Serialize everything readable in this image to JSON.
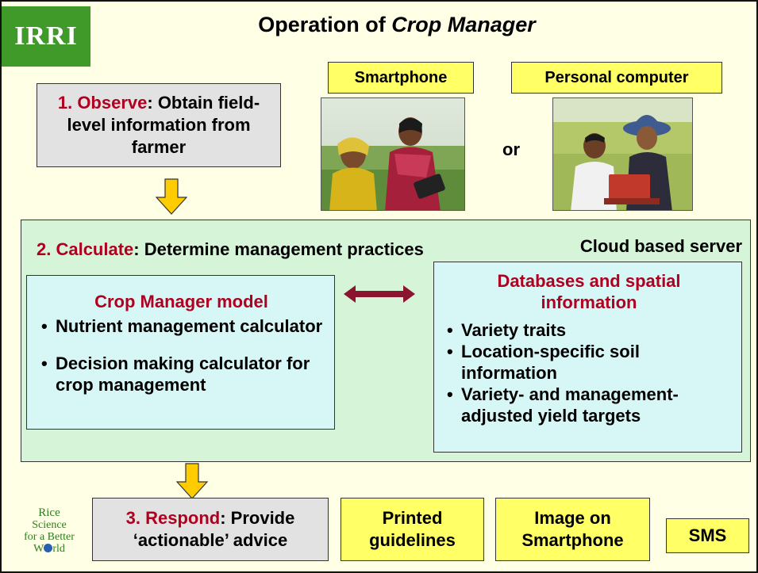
{
  "logo": {
    "text": "IRRI"
  },
  "title": {
    "prefix": "Operation of ",
    "italic": "Crop Manager"
  },
  "devices": {
    "smartphone_label": "Smartphone",
    "pc_label": "Personal computer",
    "or_label": "or"
  },
  "step1": {
    "number_label": "1. Observe",
    "text": ": Obtain field-level information from farmer"
  },
  "step2": {
    "number_label": "2. Calculate",
    "text": ": Determine management practices",
    "server_label": "Cloud based server",
    "model": {
      "title": "Crop Manager model",
      "items": [
        "Nutrient management calculator",
        "Decision making calculator for crop management"
      ]
    },
    "databases": {
      "title": "Databases and spatial information",
      "items": [
        "Variety traits",
        "Location-specific soil information",
        "Variety- and management-adjusted yield targets"
      ]
    }
  },
  "step3": {
    "number_label": "3. Respond",
    "text": ": Provide ‘actionable’ advice",
    "outputs": [
      "Printed guidelines",
      "Image on Smartphone",
      "SMS"
    ]
  },
  "footer_logo": {
    "line1": "Rice",
    "line2": "Science",
    "line3": "for a Better",
    "line4": "W",
    "line4_end": "rld"
  },
  "colors": {
    "accent_red": "#b00020",
    "yellow": "#ffff66",
    "green_panel": "#d6f5d8",
    "cyan_box": "#d7f6f6",
    "arrow_dark": "#8b1530",
    "arrow_yellow": "#ffcc00"
  }
}
